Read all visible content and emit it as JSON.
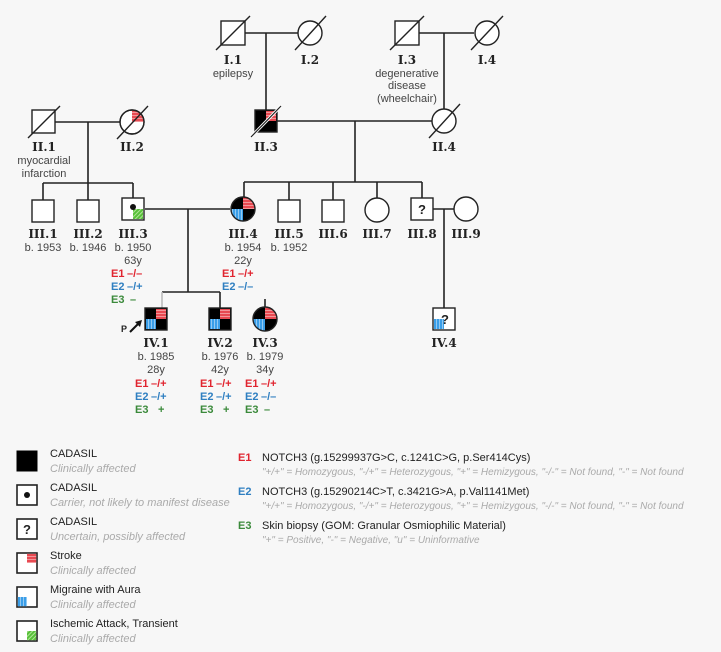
{
  "colors": {
    "stroke": "#e0242f",
    "migraine": "#3a9ee8",
    "tia": "#58c03a",
    "e1": "#e0242f",
    "e2": "#2f7fc1",
    "e3": "#3b8a3b"
  },
  "individuals": {
    "I1": {
      "id": "I.1",
      "notes": [
        "epilepsy"
      ]
    },
    "I2": {
      "id": "I.2"
    },
    "I3": {
      "id": "I.3",
      "notes": [
        "degenerative",
        "disease",
        "(wheelchair)"
      ]
    },
    "I4": {
      "id": "I.4"
    },
    "II1": {
      "id": "II.1",
      "notes": [
        "myocardial",
        "infarction"
      ]
    },
    "II2": {
      "id": "II.2"
    },
    "II3": {
      "id": "II.3"
    },
    "II4": {
      "id": "II.4"
    },
    "III1": {
      "id": "III.1",
      "born": "b. 1953"
    },
    "III2": {
      "id": "III.2",
      "born": "b. 1946"
    },
    "III3": {
      "id": "III.3",
      "born": "b. 1950",
      "age": "63y",
      "genotypes": [
        {
          "tag": "E1",
          "value": "–/–"
        },
        {
          "tag": "E2",
          "value": "–/+"
        },
        {
          "tag": "E3",
          "value": "–"
        }
      ]
    },
    "III4": {
      "id": "III.4",
      "born": "b. 1954",
      "age": "22y",
      "genotypes": [
        {
          "tag": "E1",
          "value": "–/+"
        },
        {
          "tag": "E2",
          "value": "–/–"
        }
      ]
    },
    "III5": {
      "id": "III.5",
      "born": "b. 1952"
    },
    "III6": {
      "id": "III.6"
    },
    "III7": {
      "id": "III.7"
    },
    "III8": {
      "id": "III.8",
      "mark": "?"
    },
    "III9": {
      "id": "III.9"
    },
    "IV1": {
      "id": "IV.1",
      "born": "b. 1985",
      "age": "28y",
      "proband": "P",
      "genotypes": [
        {
          "tag": "E1",
          "value": "–/+"
        },
        {
          "tag": "E2",
          "value": "–/+"
        },
        {
          "tag": "E3",
          "value": "+"
        }
      ]
    },
    "IV2": {
      "id": "IV.2",
      "born": "b. 1976",
      "age": "42y",
      "genotypes": [
        {
          "tag": "E1",
          "value": "–/+"
        },
        {
          "tag": "E2",
          "value": "–/+"
        },
        {
          "tag": "E3",
          "value": "+"
        }
      ]
    },
    "IV3": {
      "id": "IV.3",
      "born": "b. 1979",
      "age": "34y",
      "genotypes": [
        {
          "tag": "E1",
          "value": "–/+"
        },
        {
          "tag": "E2",
          "value": "–/–"
        },
        {
          "tag": "E3",
          "value": "–"
        }
      ]
    },
    "IV4": {
      "id": "IV.4",
      "mark": "?"
    }
  },
  "legend": {
    "symbols": [
      {
        "title": "CADASIL",
        "subtitle": "Clinically affected",
        "icon": "filled-square-icon"
      },
      {
        "title": "CADASIL",
        "subtitle": "Carrier, not likely to manifest disease",
        "icon": "dot-square-icon"
      },
      {
        "title": "CADASIL",
        "subtitle": "Uncertain, possibly affected",
        "icon": "question-square-icon"
      },
      {
        "title": "Stroke",
        "subtitle": "Clinically affected",
        "icon": "stroke-quadrant-icon"
      },
      {
        "title": "Migraine with Aura",
        "subtitle": "Clinically affected",
        "icon": "migraine-quadrant-icon"
      },
      {
        "title": "Ischemic Attack, Transient",
        "subtitle": "Clinically affected",
        "icon": "tia-quadrant-icon"
      }
    ],
    "exams": [
      {
        "tag": "E1",
        "title": "NOTCH3 (g.15299937G>C, c.1241C>G, p.Ser414Cys)",
        "subtitle": "\"+/+\" = Homozygous, \"-/+\" = Heterozygous, \"+\" = Hemizygous, \"-/-\" = Not found, \"-\" = Not found"
      },
      {
        "tag": "E2",
        "title": "NOTCH3 (g.15290214C>T, c.3421G>A, p.Val1141Met)",
        "subtitle": "\"+/+\" = Homozygous, \"-/+\" = Heterozygous, \"+\" = Hemizygous, \"-/-\" = Not found, \"-\" = Not found"
      },
      {
        "tag": "E3",
        "title": "Skin biopsy (GOM: Granular Osmiophilic Material)",
        "subtitle": "\"+\" = Positive, \"-\" = Negative, \"u\" = Uninformative"
      }
    ]
  }
}
